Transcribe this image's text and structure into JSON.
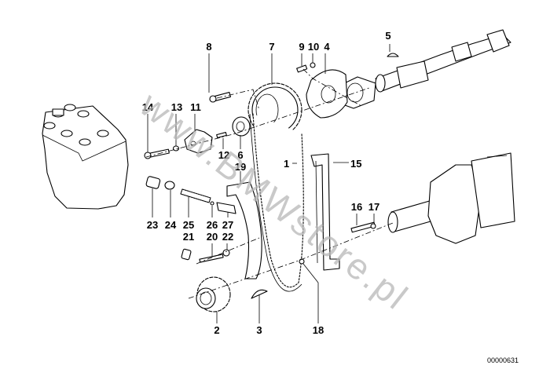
{
  "diagram": {
    "title": "Timing chain parts diagram",
    "reference_number": "00000631",
    "watermark": "www.BMWstore.pl",
    "labels": [
      {
        "id": "1",
        "part": "timing-chain"
      },
      {
        "id": "2",
        "part": "crankshaft-sprocket"
      },
      {
        "id": "3",
        "part": "woodruff-key"
      },
      {
        "id": "4",
        "part": "flange-plate"
      },
      {
        "id": "5",
        "part": "woodruff-key-camshaft"
      },
      {
        "id": "6",
        "part": "nut"
      },
      {
        "id": "7",
        "part": "camshaft-sprocket"
      },
      {
        "id": "8",
        "part": "bolt"
      },
      {
        "id": "9",
        "part": "dowel-pin"
      },
      {
        "id": "10",
        "part": "washer"
      },
      {
        "id": "11",
        "part": "distributor-rotor-adapter"
      },
      {
        "id": "12",
        "part": "pin"
      },
      {
        "id": "13",
        "part": "washer"
      },
      {
        "id": "14",
        "part": "bolt"
      },
      {
        "id": "15",
        "part": "chain-guide-rail"
      },
      {
        "id": "16",
        "part": "pin"
      },
      {
        "id": "17",
        "part": "washer"
      },
      {
        "id": "18",
        "part": "bolt"
      },
      {
        "id": "19",
        "part": "tensioner-rail"
      },
      {
        "id": "20",
        "part": "pin"
      },
      {
        "id": "21",
        "part": "bushing"
      },
      {
        "id": "22",
        "part": "clip"
      },
      {
        "id": "23",
        "part": "screw-plug"
      },
      {
        "id": "24",
        "part": "seal-ring"
      },
      {
        "id": "25",
        "part": "compression-spring"
      },
      {
        "id": "26",
        "part": "ball"
      },
      {
        "id": "27",
        "part": "tensioner-piston"
      }
    ]
  }
}
